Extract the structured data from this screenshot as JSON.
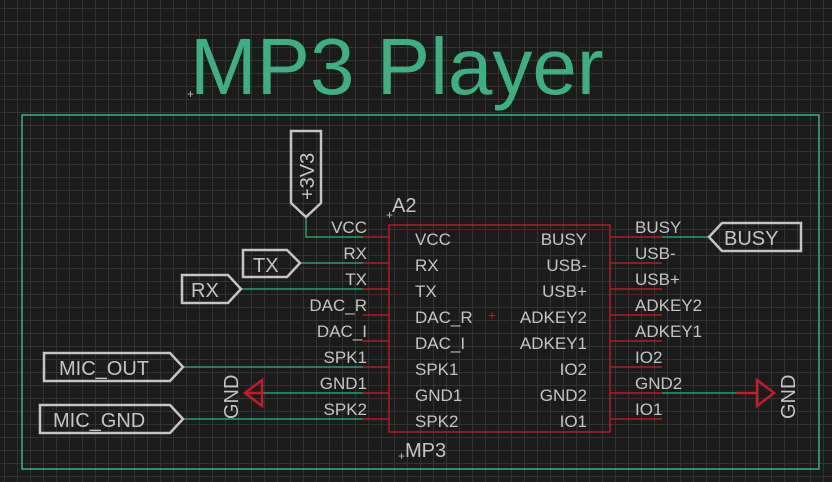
{
  "title": "MP3 Player",
  "colors": {
    "background": "#1b1b1b",
    "grid": "#333333",
    "wire": "#2a9c6e",
    "body": "#b01c2a",
    "frame": "#3fae83",
    "text": "#c4c4c4",
    "ground": "#c01c2a"
  },
  "component": {
    "ref": "A2",
    "value": "MP3",
    "left_pins": [
      "VCC",
      "RX",
      "TX",
      "DAC_R",
      "DAC_I",
      "SPK1",
      "GND1",
      "SPK2"
    ],
    "right_pins": [
      "BUSY",
      "USB-",
      "USB+",
      "ADKEY2",
      "ADKEY1",
      "IO2",
      "GND2",
      "IO1"
    ]
  },
  "net_labels": {
    "power": "+3V3",
    "busy": "BUSY",
    "tx": "TX",
    "rx": "RX",
    "mic_out": "MIC_OUT",
    "mic_gnd": "MIC_GND"
  },
  "ground_labels": {
    "left": "GND",
    "right": "GND"
  }
}
